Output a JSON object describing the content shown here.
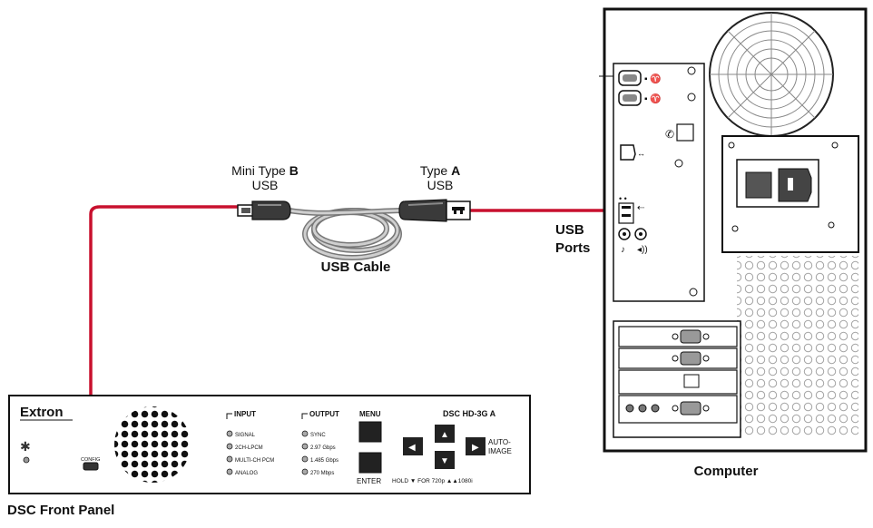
{
  "labels": {
    "mini_usb_line1_prefix": "Mini Type ",
    "mini_usb_line1_bold": "B",
    "mini_usb_line2": "USB",
    "type_a_line1_prefix": "Type ",
    "type_a_line1_bold": "A",
    "type_a_line2": "USB",
    "usb_cable": "USB Cable",
    "usb_ports_line1": "USB",
    "usb_ports_line2": "Ports",
    "computer": "Computer",
    "dsc_front_panel": "DSC Front Panel"
  },
  "dsc_panel": {
    "brand": "Extron",
    "model": "DSC HD-3G A",
    "config_label": "CONFIG",
    "input_title": "INPUT",
    "input_items": [
      "SIGNAL",
      "2CH-LPCM",
      "MULTI-CH PCM",
      "ANALOG"
    ],
    "output_title": "OUTPUT",
    "output_items": [
      "SYNC",
      "2.97 Gbps",
      "1.485 Gbps",
      "270 Mbps"
    ],
    "menu_label": "MENU",
    "enter_label": "ENTER",
    "auto_image_line1": "AUTO-",
    "auto_image_line2": "IMAGE",
    "hold_text": "HOLD ▼ FOR 720p ▲▲1080i"
  },
  "colors": {
    "cable_red": "#c8102e",
    "outline": "#111111",
    "gray_cable": "#9a9a9a"
  }
}
